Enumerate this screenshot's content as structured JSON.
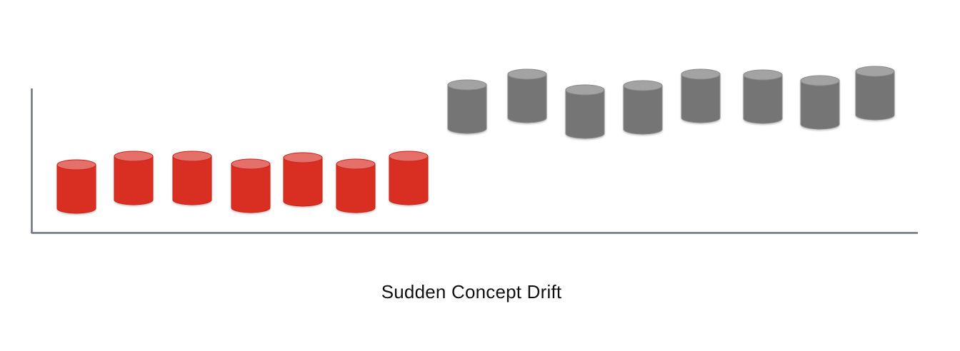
{
  "caption": "Sudden Concept Drift",
  "colors": {
    "axis": "#6b7280",
    "before": {
      "body": "#d92d22",
      "top": "#e56f6a",
      "rim": "#c9261c"
    },
    "after": {
      "body": "#757575",
      "top": "#a3a3a3",
      "rim": "#8a8a8a"
    }
  },
  "groups": {
    "before": {
      "count": 7
    },
    "after": {
      "count": 8
    }
  }
}
